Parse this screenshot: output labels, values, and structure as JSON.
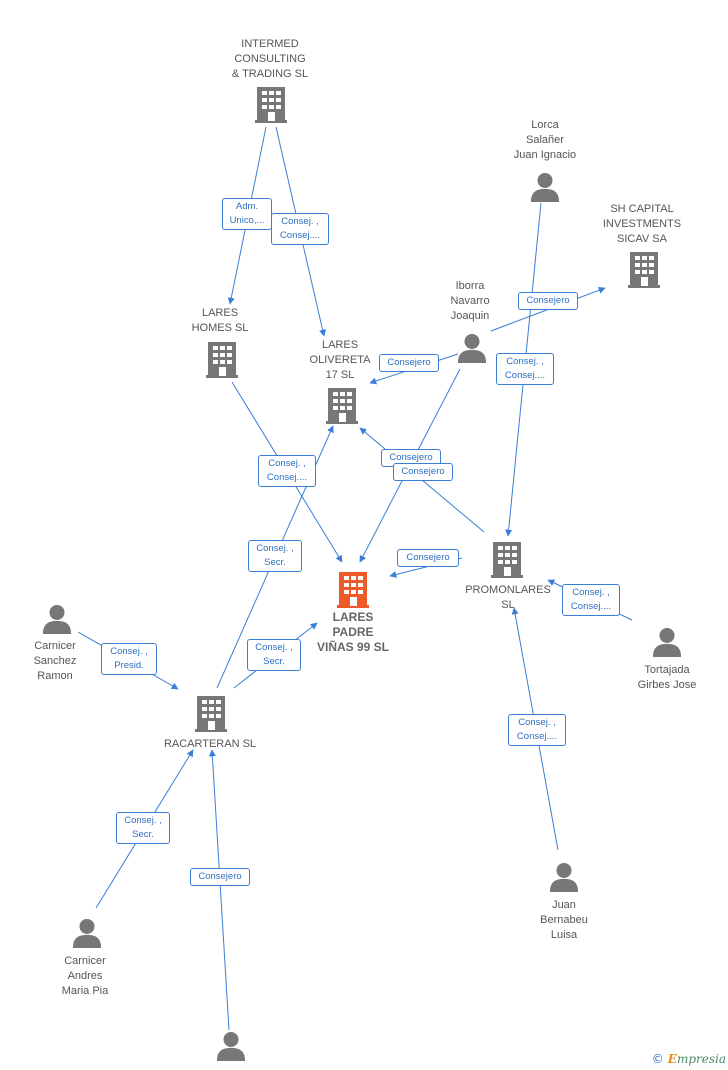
{
  "colors": {
    "edge": "#3a7fd5",
    "node": "#777777",
    "main_node": "#f05a28"
  },
  "nodes": {
    "intermed": {
      "label": "INTERMED\nCONSULTING\n& TRADING  SL",
      "icon": "building-icon"
    },
    "lorca": {
      "label": "Lorca\nSalañer\nJuan Ignacio",
      "icon": "person-icon"
    },
    "shcapital": {
      "label": "SH CAPITAL\nINVESTMENTS\nSICAV SA",
      "icon": "building-icon"
    },
    "iborra": {
      "label": "Iborra\nNavarro\nJoaquin",
      "icon": "person-icon"
    },
    "lareshomes": {
      "label": "LARES\nHOMES  SL",
      "icon": "building-icon"
    },
    "laresolivereta": {
      "label": "LARES\nOLIVERETA\n17  SL",
      "icon": "building-icon"
    },
    "laresmain": {
      "label": "LARES\nPADRE\nVIÑAS 99  SL",
      "icon": "building-icon"
    },
    "promonlares": {
      "label": "PROMONLARES\nSL",
      "icon": "building-icon"
    },
    "carnicerramon": {
      "label": "Carnicer\nSanchez\nRamon",
      "icon": "person-icon"
    },
    "racarteran": {
      "label": "RACARTERAN SL",
      "icon": "building-icon"
    },
    "tortajada": {
      "label": "Tortajada\nGirbes Jose",
      "icon": "person-icon"
    },
    "carnicermaria": {
      "label": "Carnicer\nAndres\nMaria Pia",
      "icon": "person-icon"
    },
    "juanbernabeu": {
      "label": "Juan\nBernabeu\nLuisa",
      "icon": "person-icon"
    },
    "bottomperson": {
      "label": "",
      "icon": "person-icon"
    }
  },
  "edge_labels": {
    "intermed_homes": "Adm.\nUnico,...",
    "intermed_olivereta": "Consej. ,\nConsej....",
    "iborra_shcapital": "Consejero",
    "iborra_olivereta": "Consejero",
    "lorca_promonlares": "Consej. ,\nConsej....",
    "homes_main": "Consej. ,\nConsej....",
    "iborra_main": "Consejero",
    "promonlares_olivereta": "Consejero",
    "racarteran_olivereta": "Consej. ,\nSecr.",
    "promonlares_main": "Consejero",
    "racarteran_main": "Consej. ,\nSecr.",
    "tortajada_promonlares": "Consej. ,\nConsej....",
    "ramon_racarteran": "Consej. ,\nPresid.",
    "bernabeu_promonlares": "Consej. ,\nConsej....",
    "maria_racarteran": "Consej. ,\nSecr.",
    "bottom_racarteran": "Consejero"
  },
  "footer": {
    "copyright": "©",
    "brand_first": "E",
    "brand_rest": "mpresia"
  }
}
